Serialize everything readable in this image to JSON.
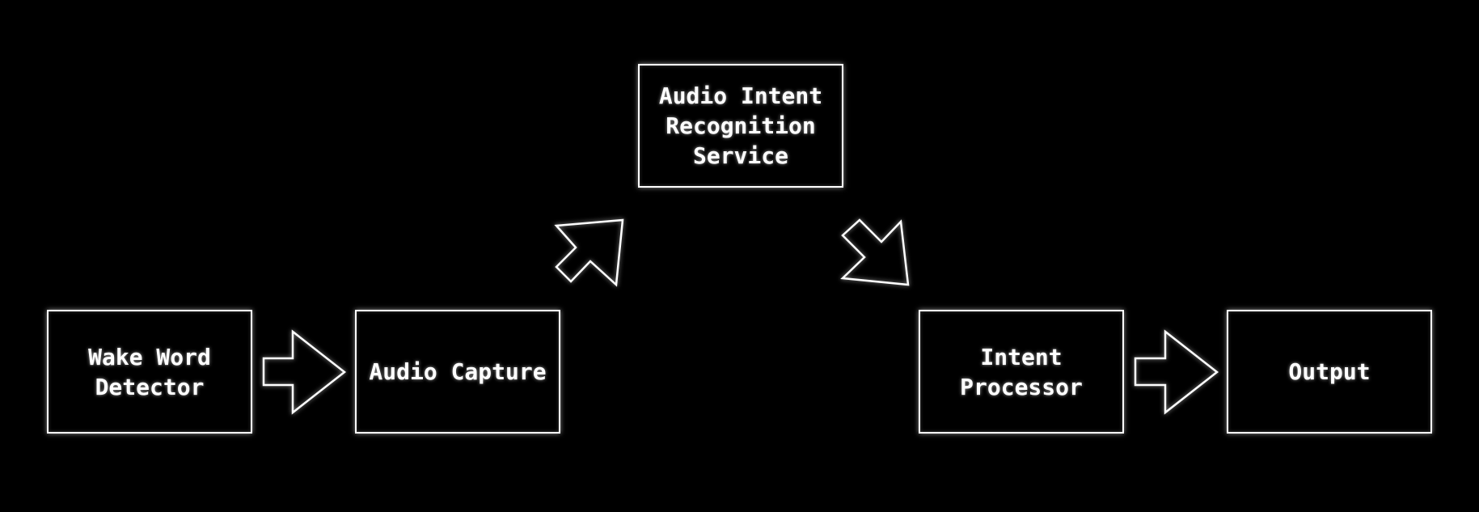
{
  "diagram": {
    "nodes": [
      {
        "id": "wake-word-detector",
        "label": "Wake Word\nDetector"
      },
      {
        "id": "audio-capture",
        "label": "Audio Capture"
      },
      {
        "id": "audio-intent-recognition-service",
        "label": "Audio Intent\nRecognition\nService"
      },
      {
        "id": "intent-processor",
        "label": "Intent\nProcessor"
      },
      {
        "id": "output",
        "label": "Output"
      }
    ],
    "edges": [
      {
        "from": "wake-word-detector",
        "to": "audio-capture"
      },
      {
        "from": "audio-capture",
        "to": "audio-intent-recognition-service"
      },
      {
        "from": "audio-intent-recognition-service",
        "to": "intent-processor"
      },
      {
        "from": "intent-processor",
        "to": "output"
      }
    ],
    "colors": {
      "background": "#000000",
      "stroke": "#ffffff",
      "text": "#ffffff"
    }
  }
}
